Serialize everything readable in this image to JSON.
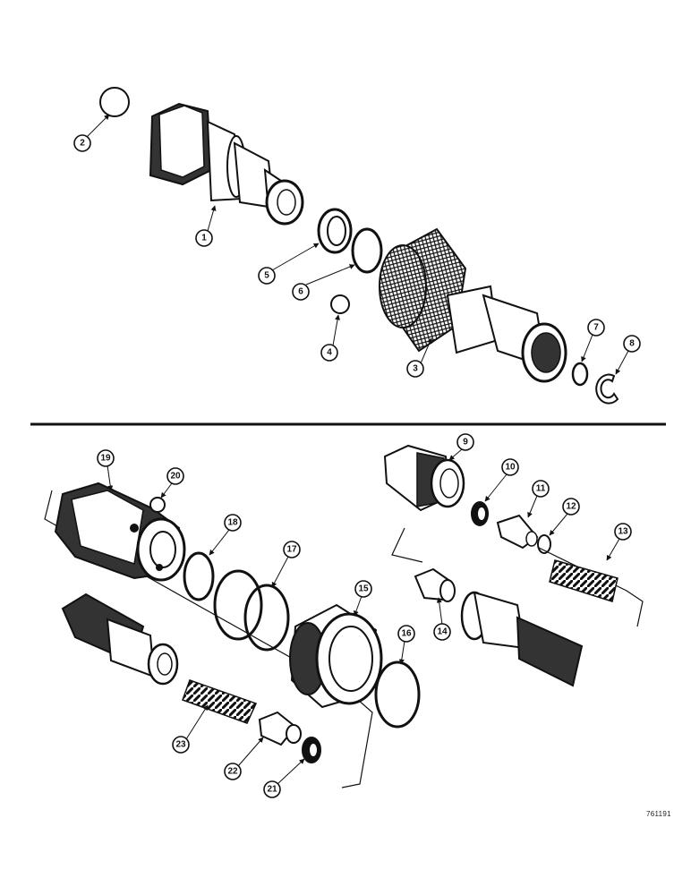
{
  "callouts": {
    "c1": "1",
    "c2": "2",
    "c3": "3",
    "c4": "4",
    "c5": "5",
    "c6": "6",
    "c7": "7",
    "c8": "8",
    "c9": "9",
    "c10": "10",
    "c11": "11",
    "c12": "12",
    "c13": "13",
    "c14": "14",
    "c15": "15",
    "c16": "16",
    "c17": "17",
    "c18": "18",
    "c19": "19",
    "c20": "20",
    "c21": "21",
    "c22": "22",
    "c23": "23"
  },
  "figure_number": "761191",
  "colors": {
    "ink": "#111111",
    "paper": "#ffffff",
    "shade": "#3a3a3a"
  }
}
